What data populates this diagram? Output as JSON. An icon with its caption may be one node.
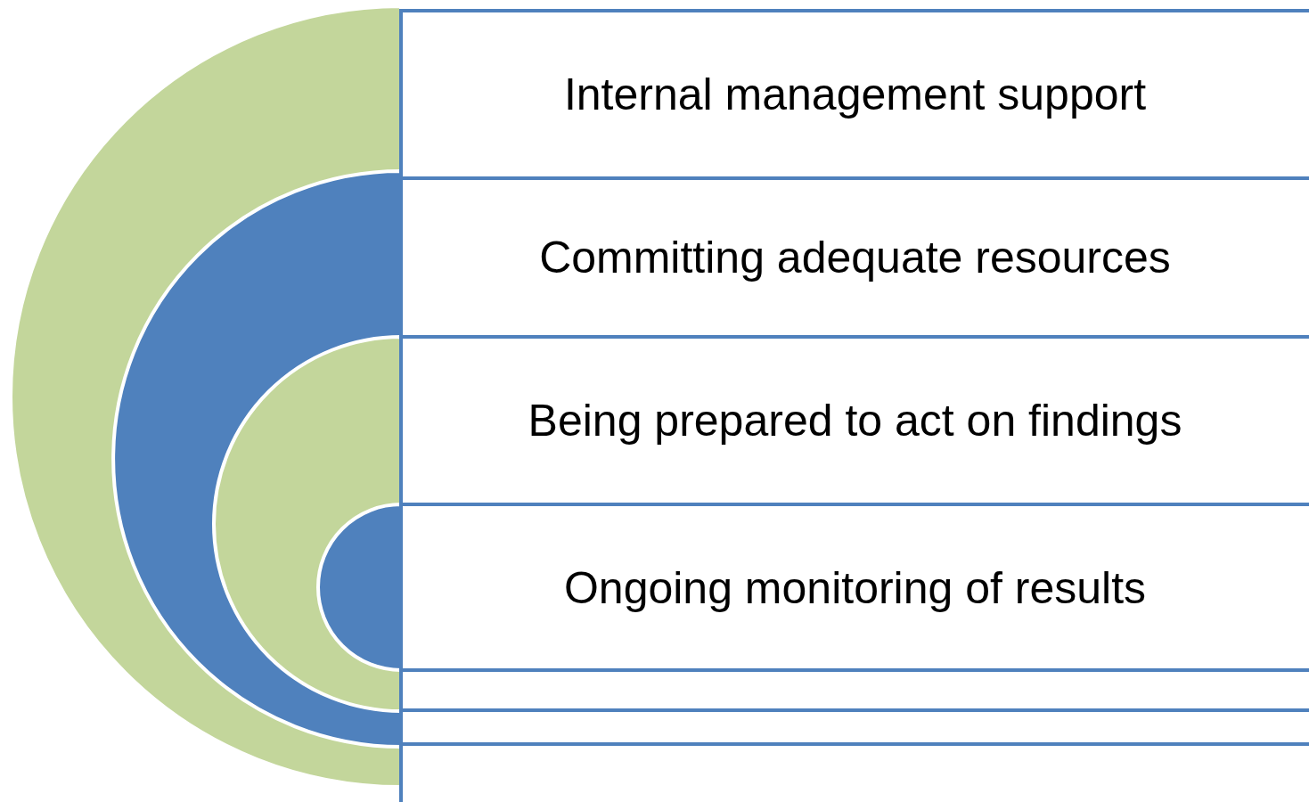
{
  "diagram": {
    "nodes": [
      {
        "text": [
          "Internal management support"
        ]
      },
      {
        "text": [
          "Committing adequate resources"
        ]
      },
      {
        "text": [
          "Being prepared to act on findings"
        ]
      },
      {
        "text": [
          "Ongoing monitoring of results"
        ]
      }
    ]
  }
}
